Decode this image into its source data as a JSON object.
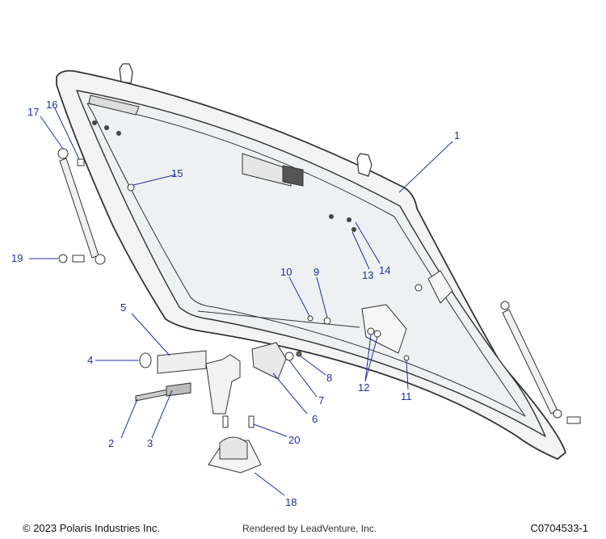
{
  "callouts": {
    "c1": "1",
    "c2": "2",
    "c3": "3",
    "c4": "4",
    "c5": "5",
    "c6": "6",
    "c7": "7",
    "c8": "8",
    "c9": "9",
    "c10": "10",
    "c11": "11",
    "c12": "12",
    "c13": "13",
    "c14": "14",
    "c15": "15",
    "c16": "16",
    "c17": "17",
    "c18": "18",
    "c19": "19",
    "c20": "20"
  },
  "footer": {
    "copyright": "© 2023 Polaris Industries Inc.",
    "rendered_by": "Rendered by LeadVenture, Inc.",
    "diagram_code": "C0704533-1"
  },
  "colors": {
    "callout_blue": "#1f2f9e",
    "part_outline": "#333333",
    "glass_tint": "#eef1f2"
  }
}
